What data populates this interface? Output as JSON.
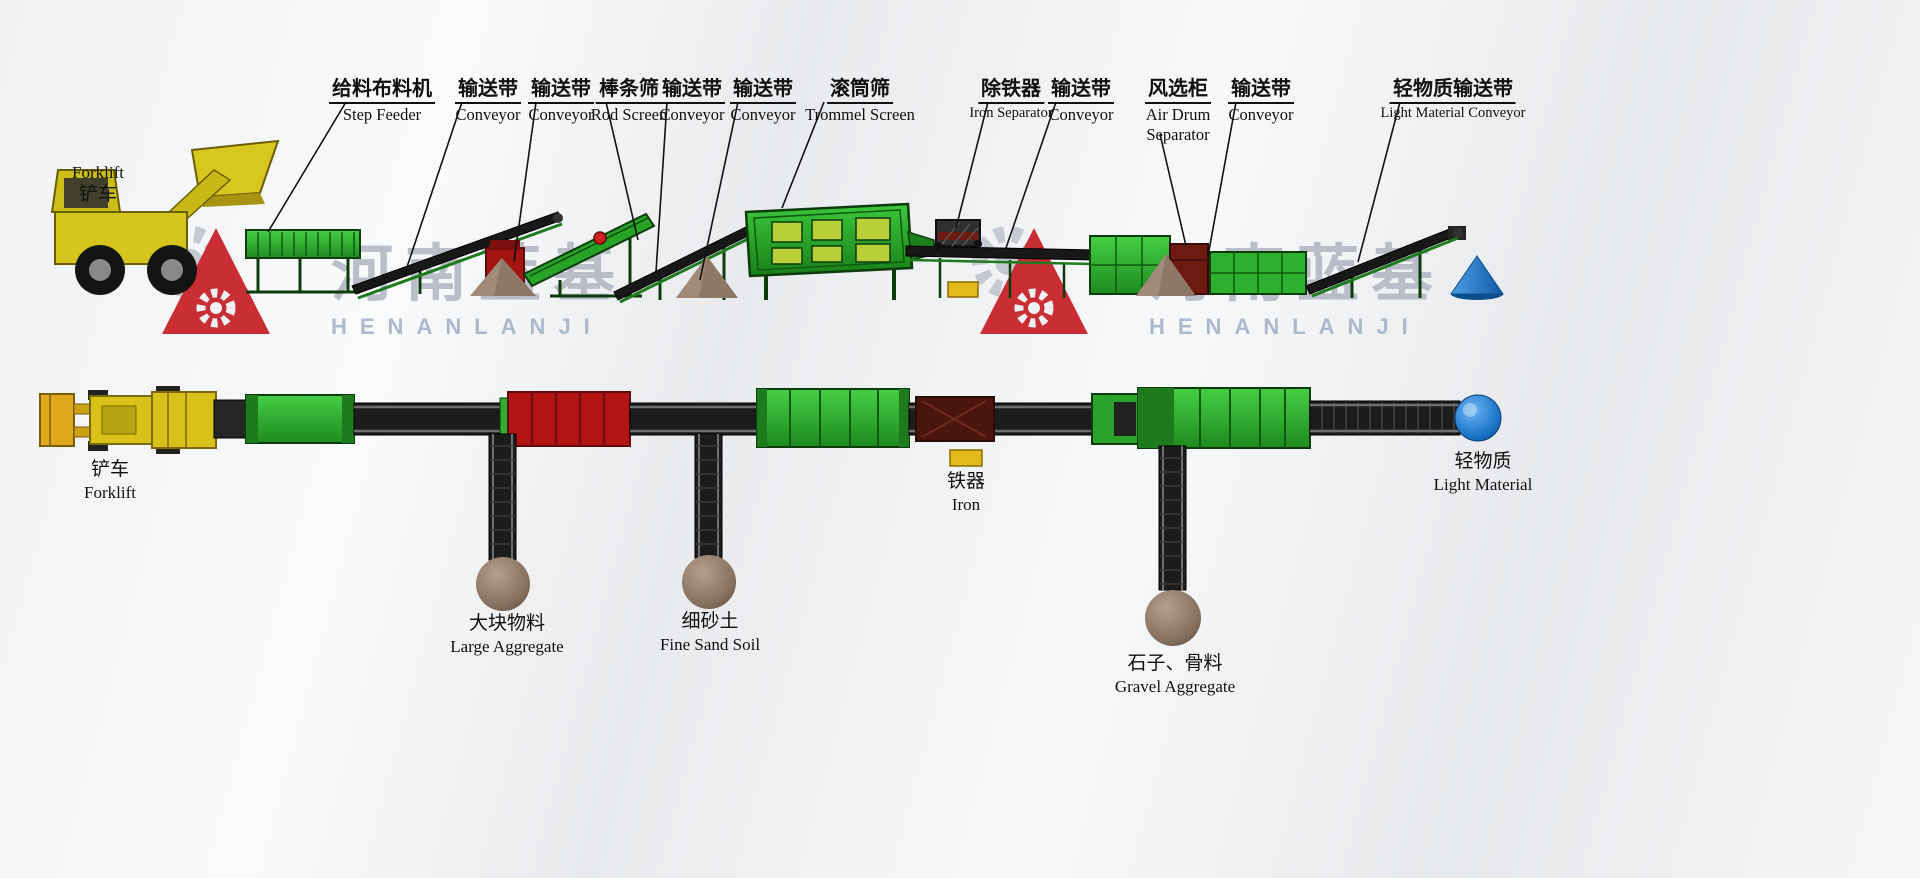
{
  "watermark": {
    "zh": "河南蓝基",
    "en": "HENANLANJI"
  },
  "side_view": {
    "forklift": {
      "en": "Forklift",
      "zh": "铲车"
    },
    "labels": [
      {
        "id": "step-feeder",
        "zh": "给料布料机",
        "en": "Step Feeder"
      },
      {
        "id": "conveyor-1",
        "zh": "输送带",
        "en": "Conveyor"
      },
      {
        "id": "conveyor-2",
        "zh": "输送带",
        "en": "Conveyor"
      },
      {
        "id": "rod-screen",
        "zh": "棒条筛",
        "en": "Rod Screen"
      },
      {
        "id": "conveyor-3",
        "zh": "输送带",
        "en": "Conveyor"
      },
      {
        "id": "conveyor-4",
        "zh": "输送带",
        "en": "Conveyor"
      },
      {
        "id": "trommel-screen",
        "zh": "滚筒筛",
        "en": "Trommel Screen"
      },
      {
        "id": "iron-separator",
        "zh": "除铁器",
        "en": "Iron Separator"
      },
      {
        "id": "conveyor-5",
        "zh": "输送带",
        "en": "Conveyor"
      },
      {
        "id": "air-drum-separator",
        "zh": "风选柜",
        "en": "Air Drum",
        "en2": "Separator"
      },
      {
        "id": "conveyor-6",
        "zh": "输送带",
        "en": "Conveyor"
      },
      {
        "id": "light-material-conveyor",
        "zh": "轻物质输送带",
        "en": "Light Material Conveyor"
      }
    ]
  },
  "plan_view": {
    "forklift": {
      "zh": "铲车",
      "en": "Forklift"
    },
    "iron": {
      "zh": "铁器",
      "en": "Iron"
    },
    "large_aggregate": {
      "zh": "大块物料",
      "en": "Large Aggregate"
    },
    "fine_sand_soil": {
      "zh": "细砂土",
      "en": "Fine Sand Soil"
    },
    "gravel_aggregate": {
      "zh": "石子、骨料",
      "en": "Gravel Aggregate"
    },
    "light_material": {
      "zh": "轻物质",
      "en": "Light Material"
    }
  },
  "colors": {
    "machine_green": "#2db02d",
    "machine_green_dark": "#1d7a1d",
    "accent_red": "#b51414",
    "forklift_yellow": "#d8c21a",
    "belt_dark": "#1f1f1f",
    "pile_brown": "#8d7766",
    "light_material_blue": "#1b79c9",
    "iron_bin_yellow": "#e3ba1b",
    "logo_red": "#c8242b",
    "watermark_gray": "#b7bbc6"
  }
}
